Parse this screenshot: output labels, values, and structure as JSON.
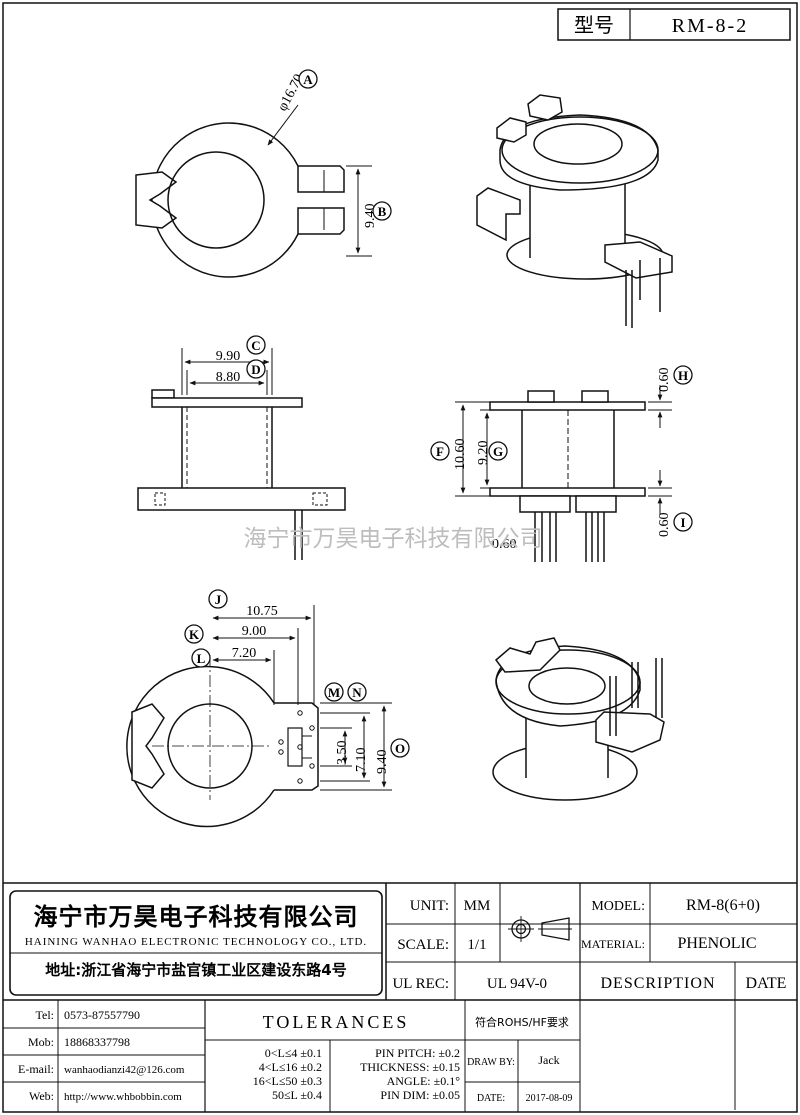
{
  "header": {
    "type_label": "型号",
    "type_value": "RM-8-2"
  },
  "watermark": "海宁市万昊电子科技有限公司",
  "dims": {
    "A": "A",
    "B": "B",
    "C": "C",
    "D": "D",
    "F": "F",
    "G": "G",
    "H": "H",
    "I": "I",
    "J": "J",
    "K": "K",
    "L": "L",
    "M": "M",
    "N": "N",
    "O": "O",
    "phi": "φ16.70",
    "w94": "9.40",
    "c990": "9.90",
    "d880": "8.80",
    "h060a": "0.60",
    "f1060": "10.60",
    "g920": "9.20",
    "i060": "0.60",
    "p060": "0.60",
    "j1075": "10.75",
    "k900": "9.00",
    "l720": "7.20",
    "m350": "3.50",
    "n710": "7.10",
    "o940": "9.40"
  },
  "company": {
    "name_cn": "海宁市万昊电子科技有限公司",
    "name_en": "HAINING WANHAO ELECTRONIC TECHNOLOGY CO., LTD.",
    "address": "地址:浙江省海宁市盐官镇工业区建设东路4号"
  },
  "contacts": [
    {
      "label": "Tel:",
      "value": "0573-87557790"
    },
    {
      "label": "Mob:",
      "value": "18868337798"
    },
    {
      "label": "E-mail:",
      "value": "wanhaodianzi42@126.com"
    },
    {
      "label": "Web:",
      "value": "http://www.whbobbin.com"
    }
  ],
  "spec": {
    "unit_label": "UNIT:",
    "unit_value": "MM",
    "scale_label": "SCALE:",
    "scale_value": "1/1",
    "ulrec_label": "UL REC:",
    "ulrec_value": "UL 94V-0",
    "model_label": "MODEL:",
    "model_value": "RM-8(6+0)",
    "material_label": "MATERIAL:",
    "material_value": "PHENOLIC",
    "description_label": "DESCRIPTION",
    "date_label": "DATE"
  },
  "tolerances": {
    "title": "TOLERANCES",
    "rohs": "符合ROHS/HF要求",
    "ranges": [
      "0<L≤4 ±0.1",
      "4<L≤16 ±0.2",
      "16<L≤50 ±0.3",
      "50≤L ±0.4"
    ],
    "pins": [
      "PIN PITCH: ±0.2",
      "THICKNESS: ±0.15",
      "ANGLE: ±0.1°",
      "PIN DIM: ±0.05"
    ],
    "drawby_label": "DRAW BY:",
    "drawby_value": "Jack",
    "date_label": "DATE:",
    "date_value": "2017-08-09"
  }
}
